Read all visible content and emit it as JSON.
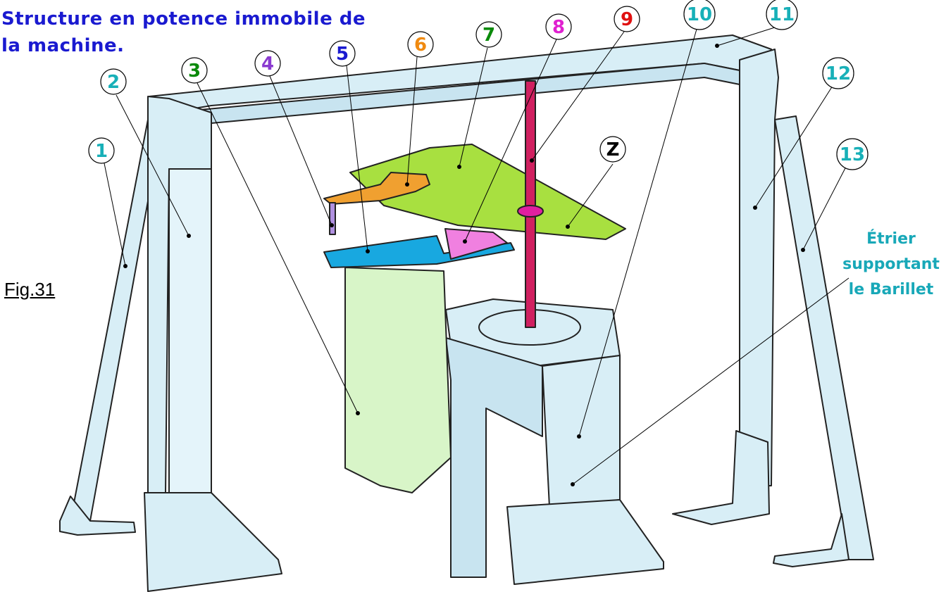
{
  "title_line1": "Structure en potence immobile de",
  "title_line2": "la machine.",
  "figure_label": "Fig.31",
  "etrier_line1": "Étrier",
  "etrier_line2": "supportant",
  "etrier_line3": "le Barillet",
  "callouts": [
    {
      "label": "1",
      "color": "#18b0b8"
    },
    {
      "label": "2",
      "color": "#18b0b8"
    },
    {
      "label": "3",
      "color": "#0a8a0a"
    },
    {
      "label": "4",
      "color": "#8a3ad0"
    },
    {
      "label": "5",
      "color": "#1a1ad0"
    },
    {
      "label": "6",
      "color": "#f08a10"
    },
    {
      "label": "7",
      "color": "#0a8a0a"
    },
    {
      "label": "8",
      "color": "#e020d0"
    },
    {
      "label": "9",
      "color": "#e01010"
    },
    {
      "label": "10",
      "color": "#18b0b8"
    },
    {
      "label": "11",
      "color": "#18b0b8"
    },
    {
      "label": "12",
      "color": "#18b0b8"
    },
    {
      "label": "13",
      "color": "#18b0b8"
    },
    {
      "label": "Z",
      "color": "#000000"
    }
  ],
  "colors": {
    "frame": "#d8eef6",
    "frame_stroke": "#222222",
    "plate_green": "#a8e040",
    "plate_blue": "#18a8e0",
    "arm_orange": "#f0a030",
    "gusset_pink": "#f080e0",
    "shaft": "#d02060",
    "guard": "#d8f5c8"
  }
}
